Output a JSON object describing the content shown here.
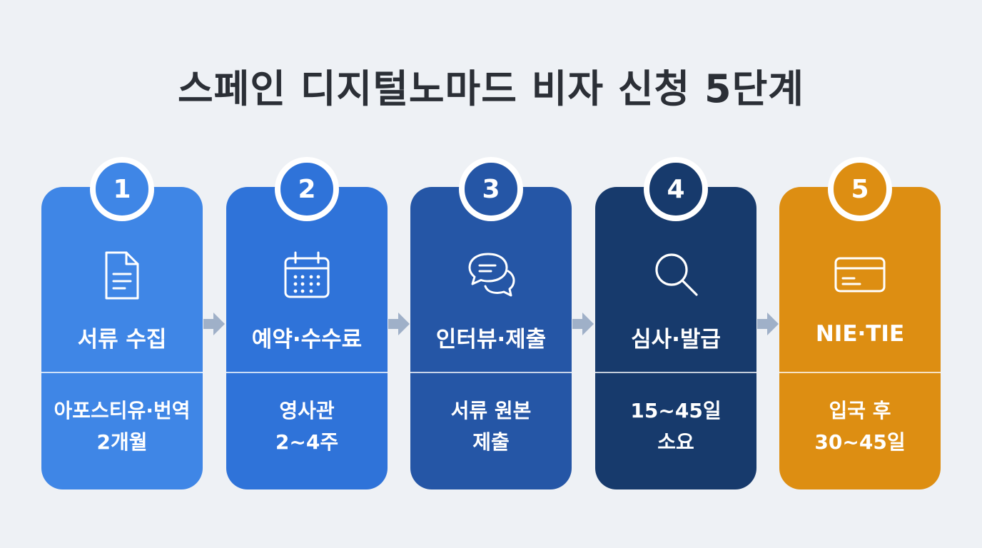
{
  "title": "스페인 디지털노마드 비자 신청 5단계",
  "colors": {
    "step1": "#3f86e6",
    "step2": "#2f73d9",
    "step3": "#2556a6",
    "step4": "#173a6c",
    "step5": "#dd8e12",
    "arrow": "#9fb0c8",
    "background": "#eef1f5"
  },
  "steps": [
    {
      "number": "1",
      "icon": "document-icon",
      "label": "서류 수집",
      "detail": [
        "아포스티유·번역",
        "2개월"
      ]
    },
    {
      "number": "2",
      "icon": "calendar-icon",
      "label": "예약·수수료",
      "detail": [
        "영사관",
        "2~4주"
      ]
    },
    {
      "number": "3",
      "icon": "chat-bubbles-icon",
      "label": "인터뷰·제출",
      "detail": [
        "서류 원본",
        "제출"
      ]
    },
    {
      "number": "4",
      "icon": "magnifier-icon",
      "label": "심사·발급",
      "detail": [
        "15~45일",
        "소요"
      ]
    },
    {
      "number": "5",
      "icon": "id-card-icon",
      "label": "NIE·TIE",
      "detail": [
        "입국 후",
        "30~45일"
      ]
    }
  ]
}
